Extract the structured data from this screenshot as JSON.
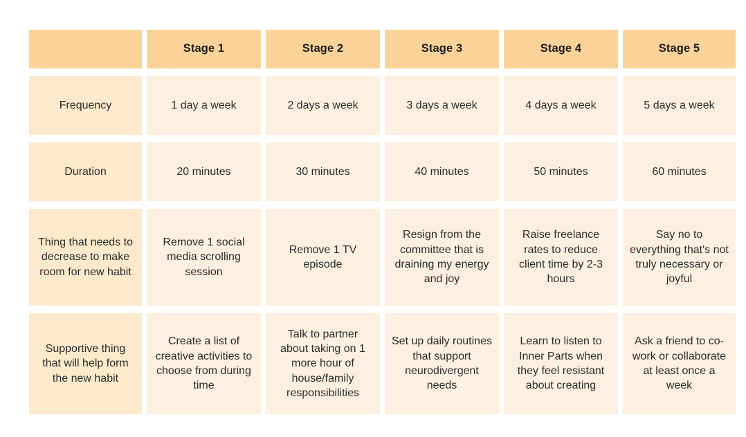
{
  "table": {
    "colors": {
      "header_bg": "#fbd399",
      "row_label_bg": "#fdeacc",
      "data_bg": "#fdf0e0",
      "text": "#2b2b2b",
      "page_bg": "#ffffff"
    },
    "corner_label": "",
    "columns": [
      "Stage 1",
      "Stage 2",
      "Stage 3",
      "Stage 4",
      "Stage 5"
    ],
    "rows": [
      {
        "label": "Frequency",
        "cells": [
          "1 day a week",
          "2 days a week",
          "3 days a week",
          "4 days a week",
          "5 days a week"
        ]
      },
      {
        "label": "Duration",
        "cells": [
          "20 minutes",
          "30 minutes",
          "40 minutes",
          "50 minutes",
          "60 minutes"
        ]
      },
      {
        "label": "Thing that needs to decrease to make room for new habit",
        "cells": [
          "Remove 1 social media scrolling session",
          "Remove 1 TV episode",
          "Resign from the committee that is draining my energy and joy",
          "Raise freelance rates to reduce client time by 2-3 hours",
          "Say no to everything that's not truly necessary or joyful"
        ]
      },
      {
        "label": "Supportive thing that will help form the new habit",
        "cells": [
          "Create a list of creative activities to choose from during time",
          "Talk to partner about taking on 1 more hour of house/family responsibilities",
          "Set up daily routines that support neurodivergent needs",
          "Learn to listen to Inner Parts when they feel resistant about creating",
          "Ask a friend to co-work or collaborate at least once a week"
        ]
      }
    ]
  }
}
